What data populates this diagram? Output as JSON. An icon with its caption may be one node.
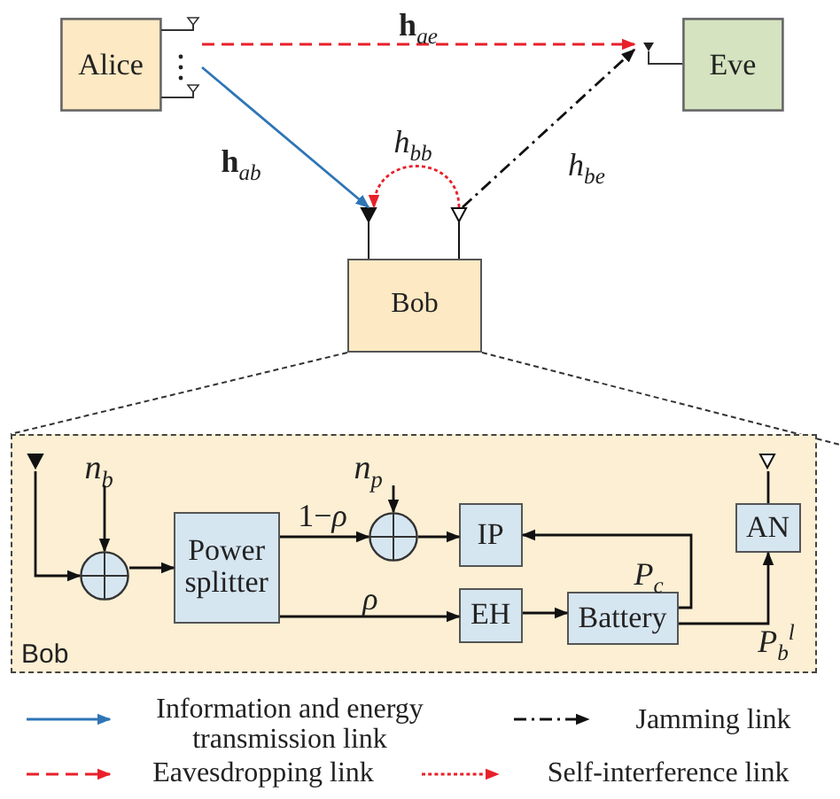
{
  "diagram": {
    "nodes": [
      {
        "text": [
          "Alice"
        ]
      },
      {
        "text": [
          "Eve"
        ]
      },
      {
        "text": [
          "Bob"
        ]
      },
      {
        "text": [],
        "shape": "antenna"
      },
      {
        "text": [],
        "shape": "antenna"
      },
      {
        "text": [
          "Bob"
        ]
      },
      {
        "text": [
          "Power splitter"
        ],
        "in": 5
      },
      {
        "text": [
          "IP"
        ],
        "in": 5
      },
      {
        "text": [
          "EH"
        ],
        "in": 5
      },
      {
        "text": [
          "Battery"
        ],
        "in": 5
      },
      {
        "text": [
          "AN"
        ],
        "in": 5
      },
      {
        "text": [],
        "shape": "circle",
        "in": 5
      },
      {
        "text": [],
        "shape": "circle",
        "in": 5
      },
      {
        "text": [],
        "shape": "antenna",
        "in": 5
      },
      {
        "text": [],
        "shape": "antenna",
        "in": 5
      },
      {
        "text": [
          "*n*$_{b}$"
        ],
        "in": 5
      },
      {
        "text": [
          "*n*$_{p}$"
        ],
        "in": 5
      }
    ],
    "edges": [
      {
        "from": 0,
        "to": 3,
        "arrow": "to",
        "label": "**h**$_{ab}$",
        "color": "#2e75b6"
      },
      {
        "from": 0,
        "to": 1,
        "arrow": "to",
        "label": "**h**$_{ae}$",
        "style": "dashed",
        "color": "#e8202a"
      },
      {
        "from": 4,
        "to": 3,
        "arrow": "to",
        "label": "*h*$_{bb}$",
        "style": "dashed",
        "color": "#e8202a"
      },
      {
        "from": 4,
        "to": 1,
        "arrow": "to",
        "label": "*h*$_{be}$",
        "style": "dashed"
      },
      {
        "from": 13,
        "to": 11,
        "arrow": "to"
      },
      {
        "from": 15,
        "to": 11,
        "arrow": "to"
      },
      {
        "from": 11,
        "to": 6,
        "arrow": "to"
      },
      {
        "from": 6,
        "to": 12,
        "arrow": "to",
        "label": "1−*ρ*"
      },
      {
        "from": 16,
        "to": 12,
        "arrow": "to"
      },
      {
        "from": 12,
        "to": 7,
        "arrow": "to"
      },
      {
        "from": 6,
        "to": 8,
        "arrow": "to",
        "label": "*ρ*"
      },
      {
        "from": 8,
        "to": 9,
        "arrow": "to"
      },
      {
        "from": 9,
        "to": 7,
        "arrow": "to",
        "label": "*P*$_{c}$"
      },
      {
        "from": 9,
        "to": 10,
        "arrow": "to",
        "label": "*P*$_{b}$$^{l}$"
      },
      {
        "from": 10,
        "to": 14,
        "arrow": "none"
      }
    ],
    "legend": [
      {
        "text": "Information and energy transmission link"
      },
      {
        "text": "Jamming link"
      },
      {
        "text": "Eavesdropping link"
      },
      {
        "text": "Self-interference link"
      }
    ]
  }
}
